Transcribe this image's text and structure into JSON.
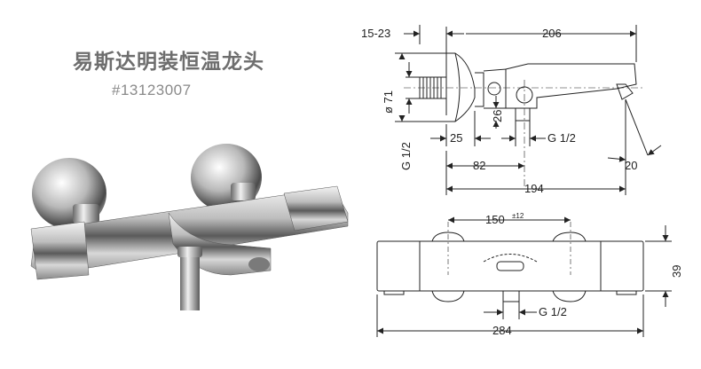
{
  "product": {
    "title": "易斯达明装恒温龙头",
    "model": "#13123007"
  },
  "dimensions": {
    "offset": "15-23",
    "total_length": "206",
    "diameter": "ø 71",
    "thread_left": "G 1/2",
    "spacing_25": "25",
    "thread_bottom": "G 1/2",
    "depth_82": "82",
    "angle_20": "20",
    "length_194": "194",
    "height_26": "26",
    "center_distance": "150",
    "tolerance": "±12",
    "body_height": "39",
    "thread_outlet": "G 1/2",
    "body_length": "284"
  },
  "colors": {
    "line": "#222222",
    "title": "#6e6e6e"
  }
}
